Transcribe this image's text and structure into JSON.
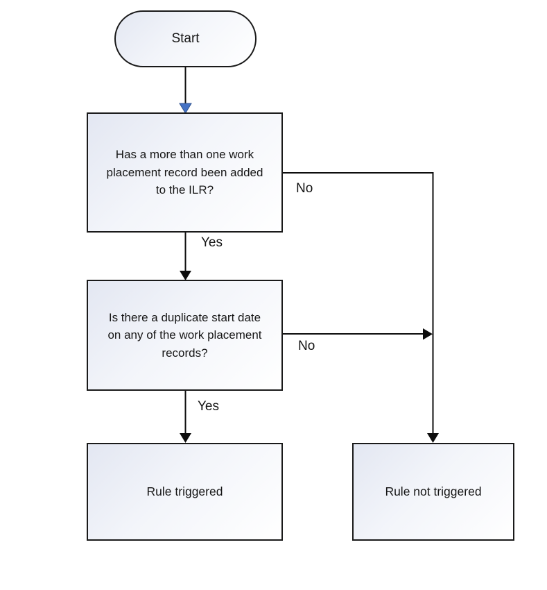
{
  "flowchart": {
    "nodes": {
      "start": {
        "shape": "terminator",
        "label": "Start"
      },
      "q1": {
        "shape": "rectangle",
        "label_lines": [
          "Has a more than one work",
          "placement record been added",
          "to the ILR?"
        ]
      },
      "q2": {
        "shape": "rectangle",
        "label_lines": [
          "Is there a duplicate start date",
          "on any of the work placement",
          "records?"
        ]
      },
      "rule_triggered": {
        "shape": "rectangle",
        "label": "Rule triggered"
      },
      "rule_not_triggered": {
        "shape": "rectangle",
        "label": "Rule not triggered"
      }
    },
    "edges": {
      "start_to_q1": {
        "from": "start",
        "to": "q1",
        "label": ""
      },
      "q1_yes": {
        "from": "q1",
        "to": "q2",
        "label": "Yes"
      },
      "q1_no": {
        "from": "q1",
        "to": "rule_not_triggered",
        "label": "No"
      },
      "q2_yes": {
        "from": "q2",
        "to": "rule_triggered",
        "label": "Yes"
      },
      "q2_no": {
        "from": "q2",
        "to": "rule_not_triggered",
        "label": "No"
      }
    },
    "colors": {
      "accent_arrowhead_fill": "#4472c4",
      "accent_arrowhead_stroke": "#2f528f",
      "line": "#0d0d0d",
      "node_border": "#1a1a1a",
      "node_fill_top": "#e3e7f2",
      "node_fill_bottom": "#ffffff"
    }
  }
}
